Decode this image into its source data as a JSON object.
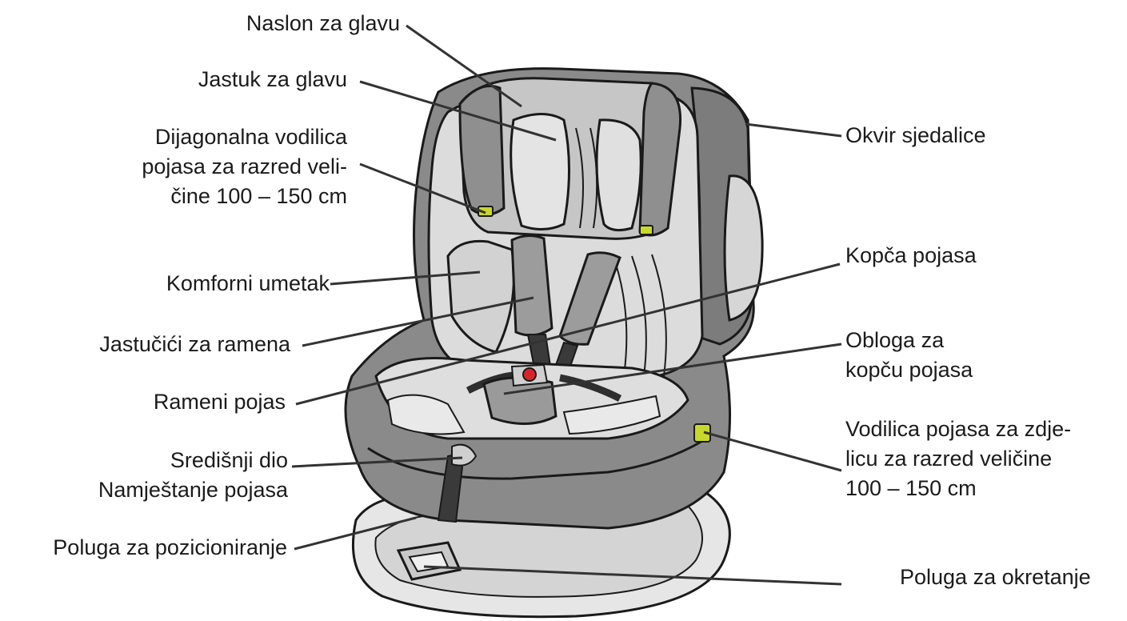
{
  "labels": {
    "headrest": "Naslon za glavu",
    "head_pillow": "Jastuk za glavu",
    "diagonal_guide": "Dijagonalna vodilica\npojasa za razred veli-\nčine 100 – 150 cm",
    "comfort_insert": "Komforni umetak",
    "shoulder_pads": "Jastučići za ramena",
    "shoulder_belt": "Rameni pojas",
    "center_part": "Središnji dio\nNamještanje pojasa",
    "position_lever": "Poluga za pozicioniranje",
    "seat_frame": "Okvir sjedalice",
    "belt_buckle": "Kopča pojasa",
    "buckle_cover": "Obloga za\nkopču pojasa",
    "lap_guide": "Vodilica pojasa za zdje-\nlicu za razred veličine\n100 – 150 cm",
    "rotation_lever": "Poluga za okretanje"
  },
  "colors": {
    "frame": "#8a8a8a",
    "frame_dark": "#6f6f6f",
    "fabric_light": "#d8d8d8",
    "fabric_lighter": "#e6e6e6",
    "outline": "#1a1a1a",
    "guide_accent": "#c8d72b",
    "buckle_red": "#d9252a"
  }
}
